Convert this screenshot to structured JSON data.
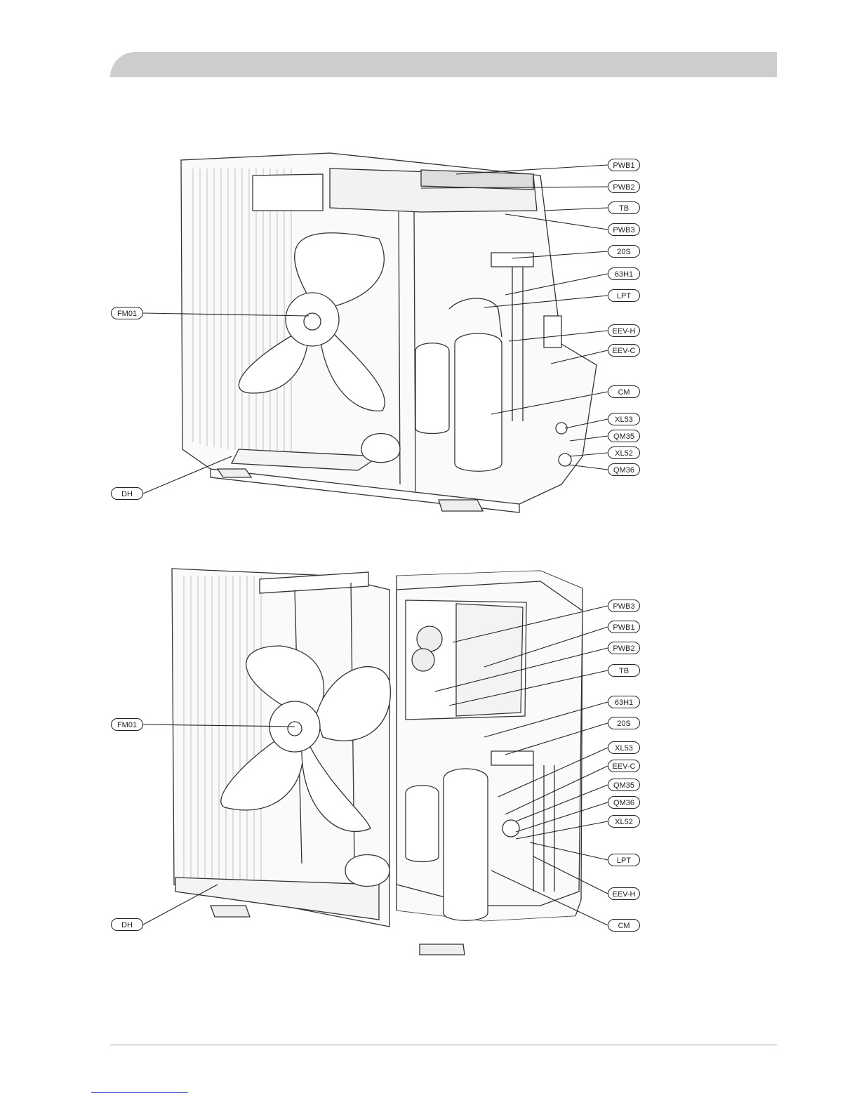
{
  "figures": [
    {
      "callouts_right": [
        "PWB1",
        "PWB2",
        "TB",
        "PWB3",
        "20S",
        "63H1",
        "LPT",
        "EEV-H",
        "EEV-C",
        "CM",
        "XL53",
        "QM35",
        "XL52",
        "QM36"
      ],
      "callouts_left": [
        "FM01",
        "DH"
      ]
    },
    {
      "callouts_right": [
        "PWB3",
        "PWB1",
        "PWB2",
        "TB",
        "63H1",
        "20S",
        "XL53",
        "EEV-C",
        "QM35",
        "QM36",
        "XL52",
        "LPT",
        "EEV-H",
        "CM"
      ],
      "callouts_left": [
        "FM01",
        "DH"
      ]
    }
  ]
}
